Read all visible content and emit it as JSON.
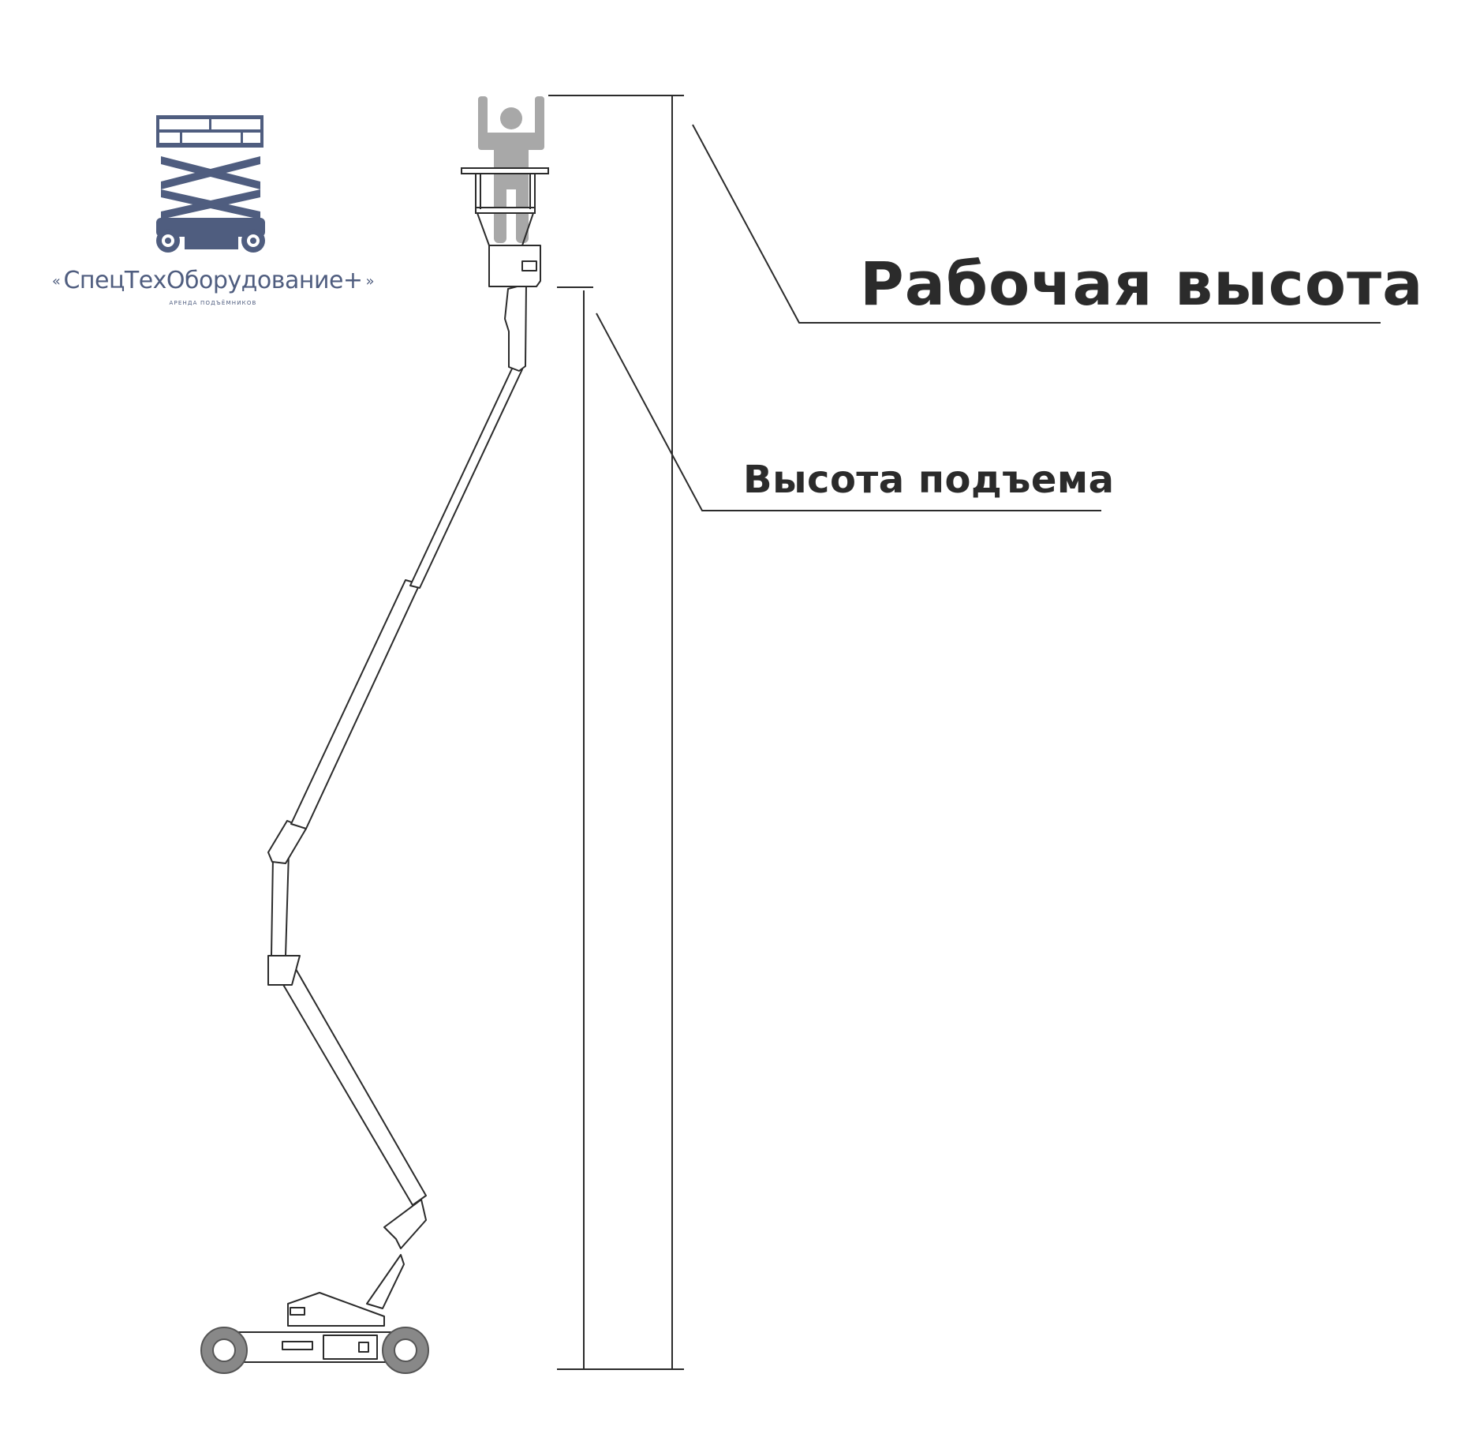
{
  "logo": {
    "name": "СпецТехОборудование+",
    "quote_open": "«",
    "quote_close": "»",
    "tagline": "аренда подъёмников",
    "icon": "scissor-lift-icon",
    "color": "#4f5d7f"
  },
  "labels": {
    "working_height": "Рабочая высота",
    "lift_height": "Высота подъема"
  },
  "colors": {
    "line": "#2b2b2b",
    "person": "#a8a8a8",
    "wheel": "#888888",
    "text": "#2b2b2b"
  }
}
